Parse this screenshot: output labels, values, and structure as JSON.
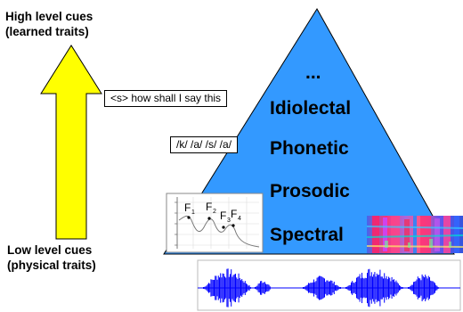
{
  "high_cues": {
    "line1": "High level cues",
    "line2": "(learned traits)"
  },
  "low_cues": {
    "line1": "Low level cues",
    "line2": "(physical traits)"
  },
  "levels": {
    "top": "...",
    "idiolectal": "Idiolectal",
    "phonetic": "Phonetic",
    "prosodic": "Prosodic",
    "spectral": "Spectral"
  },
  "examples": {
    "idiolectal": "<s> how shall I say this",
    "phonetic": "/k/ /a/ /s/ /a/"
  },
  "formants": [
    "F",
    "F",
    "F",
    "F"
  ],
  "formant_subs": [
    "1",
    "2",
    "3",
    "4"
  ],
  "colors": {
    "pyramid": "#3399ff",
    "arrow": "#ffff00",
    "waveform": "#0000ff"
  }
}
